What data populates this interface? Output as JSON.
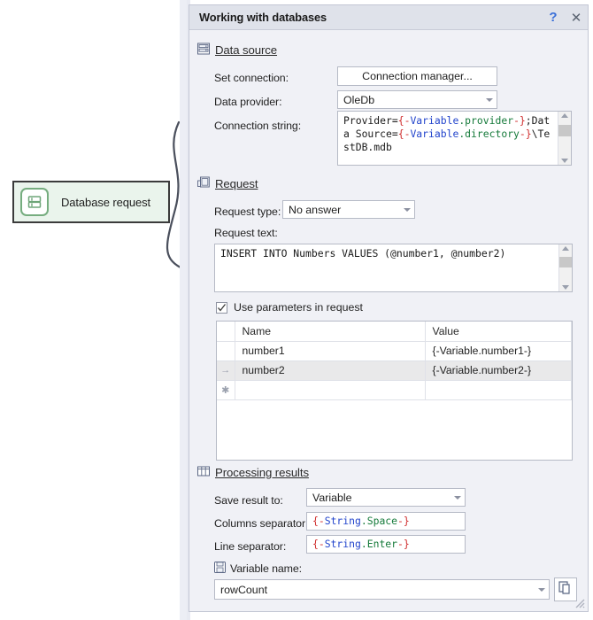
{
  "canvas": {
    "node": {
      "label": "Database request",
      "icon": "database-icon",
      "fill": "#eaf4ec",
      "border": "#3b3b3b",
      "icon_color": "#76ad7f"
    },
    "connector": "curved-bracket"
  },
  "dialog": {
    "title": "Working with databases",
    "titlebar": {
      "help_label": "?",
      "close_label": "✕"
    },
    "sections": {
      "data_source": {
        "title": "Data source",
        "icon": "database-section-icon",
        "set_connection_label": "Set connection:",
        "connection_manager_button": "Connection manager...",
        "data_provider_label": "Data provider:",
        "data_provider_value": "OleDb",
        "connection_string_label": "Connection string:",
        "connection_string_tokens": [
          {
            "t": "Provider=",
            "c": "plain"
          },
          {
            "t": "{-",
            "c": "brace"
          },
          {
            "t": "Variable",
            "c": "ns"
          },
          {
            "t": ".provider",
            "c": "prop"
          },
          {
            "t": "-}",
            "c": "brace"
          },
          {
            "t": ";Data Source=",
            "c": "plain"
          },
          {
            "t": "{-",
            "c": "brace"
          },
          {
            "t": "Variable",
            "c": "ns"
          },
          {
            "t": ".directory",
            "c": "prop"
          },
          {
            "t": "-}",
            "c": "brace"
          },
          {
            "t": "\\TestDB.mdb",
            "c": "plain"
          }
        ]
      },
      "request": {
        "title": "Request",
        "icon": "request-section-icon",
        "request_type_label": "Request type:",
        "request_type_value": "No answer",
        "request_text_label": "Request text:",
        "request_text": "INSERT INTO Numbers VALUES (@number1, @number2)",
        "use_parameters_label": "Use parameters in request",
        "use_parameters_checked": true,
        "table": {
          "columns": [
            "Name",
            "Value"
          ],
          "rows": [
            {
              "marker": "",
              "name": "number1",
              "value": "{-Variable.number1-}",
              "selected": false
            },
            {
              "marker": "→",
              "name": "number2",
              "value": "{-Variable.number2-}",
              "selected": true
            },
            {
              "marker": "✱",
              "name": "",
              "value": "",
              "selected": false
            }
          ]
        }
      },
      "processing_results": {
        "title": "Processing results",
        "icon": "grid-section-icon",
        "save_result_label": "Save result to:",
        "save_result_value": "Variable",
        "columns_separator_label": "Columns separator:",
        "columns_separator_tokens": [
          {
            "t": "{-",
            "c": "brace"
          },
          {
            "t": "String",
            "c": "ns"
          },
          {
            "t": ".Space",
            "c": "prop"
          },
          {
            "t": "-}",
            "c": "brace"
          }
        ],
        "line_separator_label": "Line separator:",
        "line_separator_tokens": [
          {
            "t": "{-",
            "c": "brace"
          },
          {
            "t": "String",
            "c": "ns"
          },
          {
            "t": ".Enter",
            "c": "prop"
          },
          {
            "t": "-}",
            "c": "brace"
          }
        ],
        "variable_name_label": "Variable name:",
        "variable_name_icon": "save-disk-icon",
        "variable_name_value": "rowCount",
        "copy_button_icon": "copy-icon"
      }
    }
  },
  "colors": {
    "dialog_bg": "#f0f1f6",
    "titlebar_bg": "#dfe2ea",
    "field_border": "#b6bac6",
    "accent_blue": "#3a6fd8",
    "token_brace": "#d03030",
    "token_namespace": "#2244cc",
    "token_property": "#157a3a",
    "node_fill": "#eaf4ec",
    "node_icon": "#76ad7f"
  }
}
